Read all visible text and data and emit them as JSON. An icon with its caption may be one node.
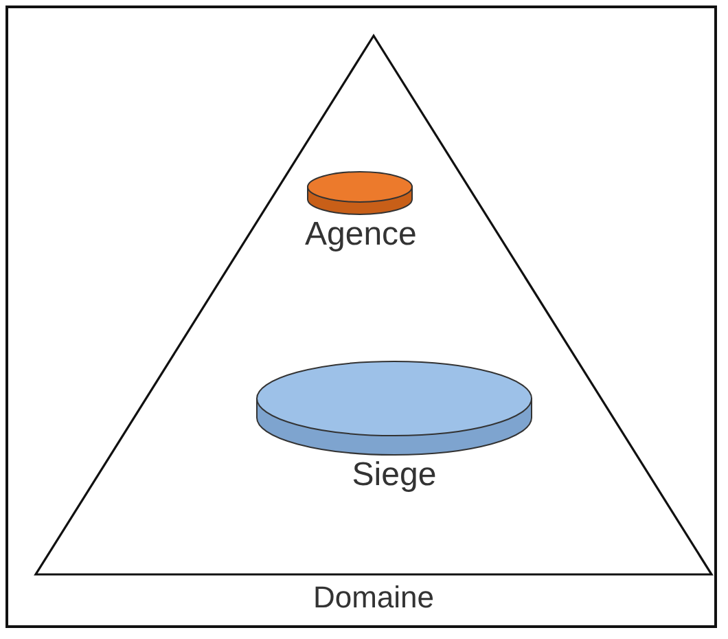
{
  "diagram": {
    "nodes": [
      {
        "text": [
          "Domaine"
        ]
      },
      {
        "text": [
          "Agence"
        ],
        "in": 0
      },
      {
        "text": [
          "Siege"
        ],
        "in": 0
      }
    ]
  }
}
